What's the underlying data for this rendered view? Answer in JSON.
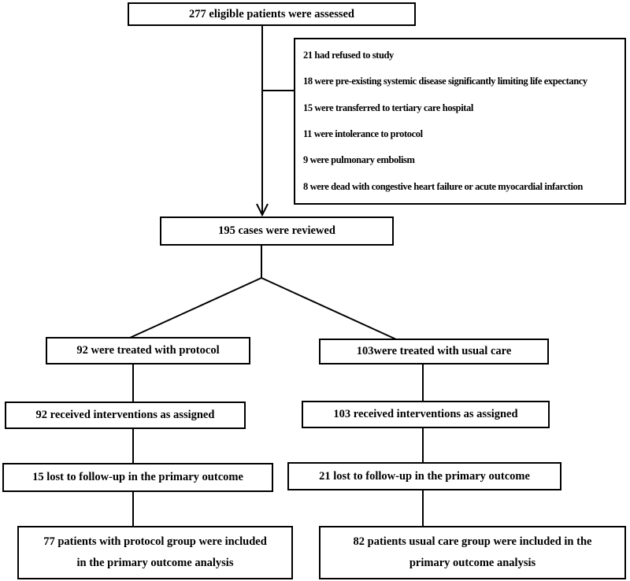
{
  "flowchart": {
    "assessed": {
      "label": "277 eligible patients were assessed"
    },
    "exclusions": {
      "items": [
        "21 had refused to study",
        "18 were pre-existing systemic disease significantly limiting life expectancy",
        "15 were transferred to tertiary care hospital",
        "11 were intolerance to protocol",
        "9 were pulmonary embolism",
        "8 were dead with congestive heart failure or acute myocardial infarction"
      ]
    },
    "reviewed": {
      "label": "195 cases were reviewed"
    },
    "protocol_arm": {
      "allocated": "92 were treated with protocol",
      "received": "92 received interventions as assigned",
      "lost": "15 lost to follow-up in the primary outcome",
      "analyzed_line1": "77 patients with protocol group were included",
      "analyzed_line2": "in the primary outcome analysis"
    },
    "usual_care_arm": {
      "allocated": "103were treated with usual care",
      "received": "103 received interventions as assigned",
      "lost": "21 lost to follow-up in the primary outcome",
      "analyzed_line1": "82 patients usual care group were included in the",
      "analyzed_line2": "primary outcome analysis"
    },
    "colors": {
      "line": "#000000",
      "text": "#000000",
      "background": "#ffffff"
    }
  }
}
